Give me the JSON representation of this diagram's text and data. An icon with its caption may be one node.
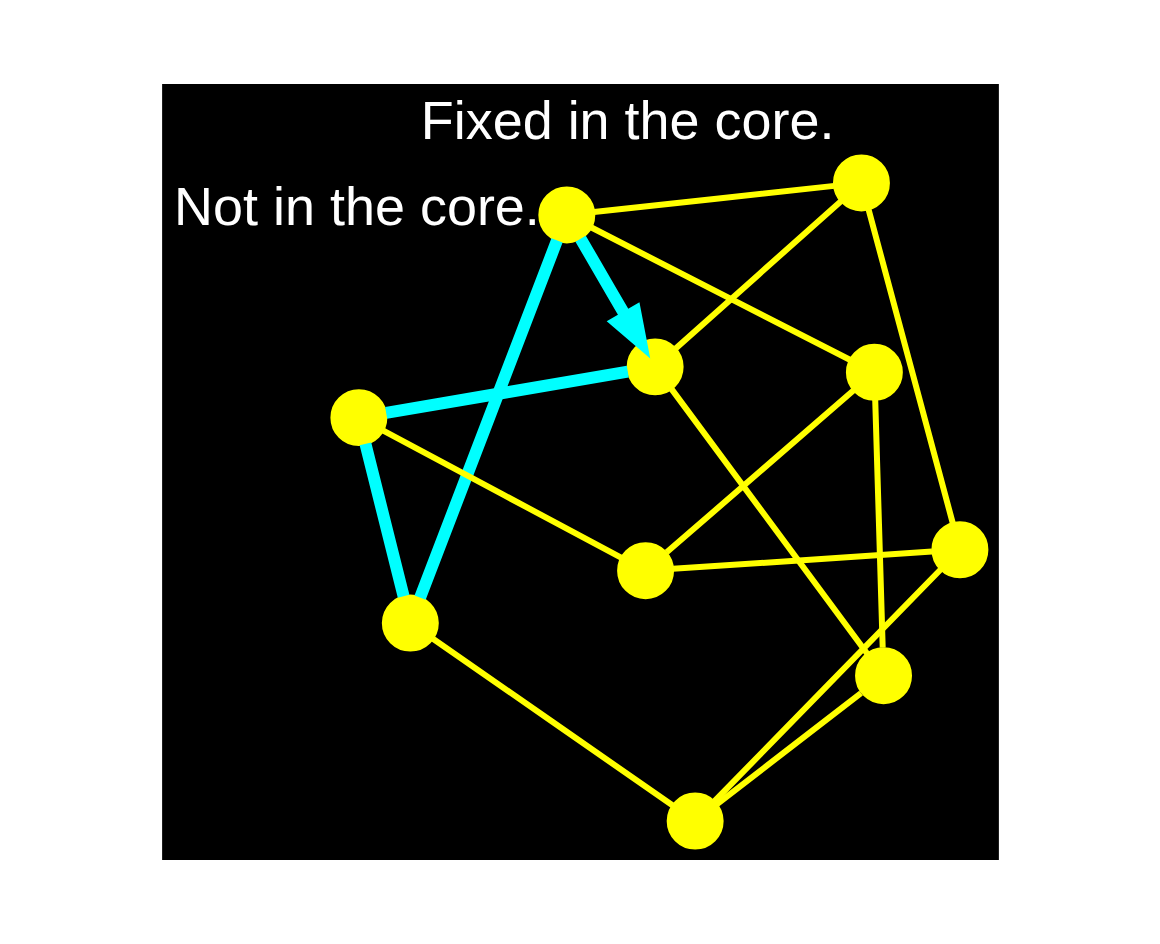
{
  "diagram": {
    "nodes": [
      {
        "text": [],
        "shape": "circle",
        "beside": [
          "Fixed in the core."
        ]
      },
      {
        "text": [],
        "shape": "circle",
        "beside": [
          "Not in the core."
        ]
      },
      {
        "text": [],
        "shape": "circle"
      },
      {
        "text": [],
        "shape": "circle"
      },
      {
        "text": [],
        "shape": "circle"
      },
      {
        "text": [],
        "shape": "circle"
      },
      {
        "text": [],
        "shape": "circle"
      },
      {
        "text": [],
        "shape": "circle"
      },
      {
        "text": [],
        "shape": "circle"
      },
      {
        "text": [],
        "shape": "circle"
      }
    ],
    "edges": [
      {
        "from": 0,
        "to": 3,
        "arrow": "none"
      },
      {
        "from": 3,
        "to": 9,
        "arrow": "none"
      },
      {
        "from": 9,
        "to": 8,
        "arrow": "none"
      },
      {
        "from": 8,
        "to": 2,
        "arrow": "none"
      },
      {
        "from": 2,
        "to": 0,
        "arrow": "none"
      },
      {
        "from": 0,
        "to": 1,
        "arrow": "none"
      },
      {
        "from": 3,
        "to": 5,
        "arrow": "none"
      },
      {
        "from": 9,
        "to": 7,
        "arrow": "none"
      },
      {
        "from": 8,
        "to": 6,
        "arrow": "none"
      },
      {
        "from": 2,
        "to": 4,
        "arrow": "none",
        "style": "thick",
        "color": "#00ffff"
      },
      {
        "from": 1,
        "to": 7,
        "arrow": "none",
        "style": "thick",
        "color": "#00ffff"
      },
      {
        "from": 1,
        "to": 6,
        "arrow": "none"
      },
      {
        "from": 5,
        "to": 4,
        "arrow": "none"
      },
      {
        "from": 5,
        "to": 6,
        "arrow": "none"
      },
      {
        "from": 7,
        "to": 4,
        "arrow": "none",
        "style": "thick",
        "color": "#00ffff"
      },
      {
        "from": 1,
        "to": 2,
        "arrow": "to",
        "style": "thick",
        "color": "#00ffff"
      }
    ]
  }
}
